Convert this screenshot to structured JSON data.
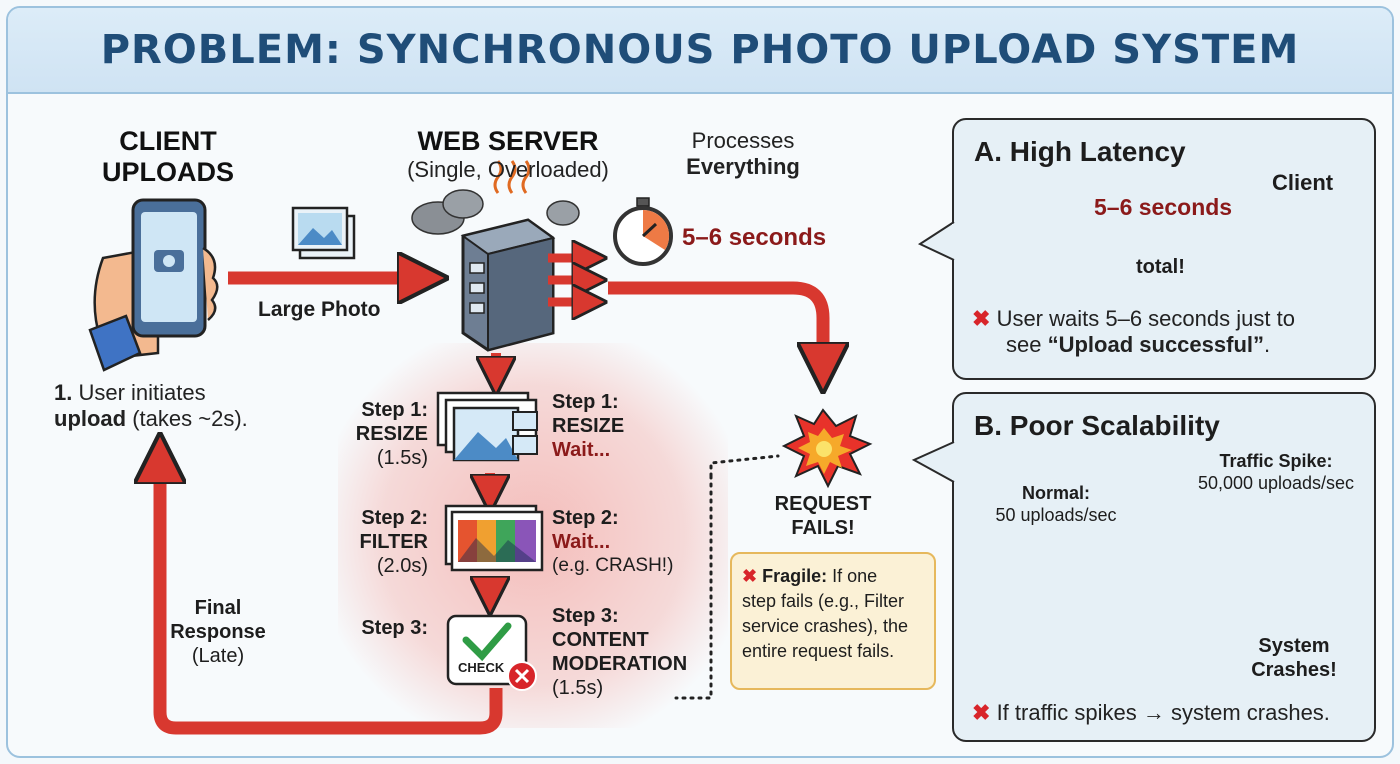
{
  "title": "PROBLEM: SYNCHRONOUS PHOTO UPLOAD SYSTEM",
  "client": {
    "heading_line1": "CLIENT",
    "heading_line2": "UPLOADS",
    "step_number": "1.",
    "step_text_a": "User initiates",
    "step_text_b_bold": "upload",
    "step_text_b_rest": "(takes ~2s)."
  },
  "photo_arrow_label": "Large Photo",
  "server": {
    "heading": "WEB SERVER",
    "subheading": "(Single, Overloaded)",
    "processes_line1": "Processes",
    "processes_line2": "Everything",
    "duration": "5–6 seconds"
  },
  "steps": [
    {
      "label_a": "Step 1:",
      "label_b": "RESIZE",
      "time": "(1.5s)",
      "right_a": "Step 1:",
      "right_b": "RESIZE",
      "right_c": "Wait..."
    },
    {
      "label_a": "Step 2:",
      "label_b": "FILTER",
      "time": "(2.0s)",
      "right_a": "Step 2:",
      "right_b": "Wait...",
      "right_c": "(e.g. CRASH!)"
    },
    {
      "label_a": "Step 3:",
      "right_a": "Step 3:",
      "right_b": "CONTENT",
      "right_c": "MODERATION",
      "right_d": "(1.5s)",
      "check_label": "CHECK"
    }
  ],
  "final_response": {
    "line1": "Final",
    "line2": "Response",
    "line3": "(Late)"
  },
  "failure": {
    "line1": "REQUEST",
    "line2": "FAILS!"
  },
  "fragile_note": {
    "bold": "Fragile:",
    "line1": "If one",
    "line2": "step fails (e.g., Filter",
    "line3": "service crashes), the",
    "line4": "entire request fails."
  },
  "panel_a": {
    "title": "A. High Latency",
    "duration": "5–6 seconds",
    "total": "total!",
    "client_label": "Client",
    "text_line1": "User waits 5–6 seconds just to",
    "text_line2_a": "see",
    "text_line2_bold": "“Upload successful”",
    "text_line2_b": "."
  },
  "panel_b": {
    "title": "B. Poor Scalability",
    "normal_label": "Normal:",
    "normal_rate": "50 uploads/sec",
    "spike_label": "Traffic Spike:",
    "spike_rate": "50,000 uploads/sec",
    "crash_line1": "System",
    "crash_line2": "Crashes!",
    "footer": "If traffic spikes → system crashes."
  },
  "colors": {
    "arrow": "#d8382f",
    "title": "#1f4d78",
    "wait": "#8b1a1a",
    "panel_bg": "#e6f0f6"
  }
}
